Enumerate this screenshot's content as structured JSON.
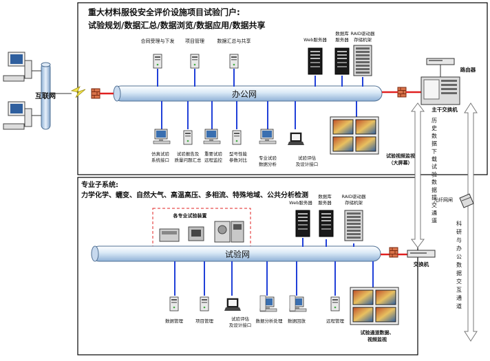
{
  "top_panel": {
    "title_line1": "重大材料服役安全评价设施项目试验门户:",
    "title_line2": "试验规划/数据汇总/数据浏览/数据应用/数据共享",
    "bus_label": "办公网",
    "top_nodes": [
      {
        "label": "合同受理与下发"
      },
      {
        "label": "项目管理"
      },
      {
        "label": "数据汇总与共享"
      }
    ],
    "servers": [
      {
        "label": "Web服务器"
      },
      {
        "label_line1": "数据库",
        "label_line2": "服务器"
      },
      {
        "label_line1": "RAID驱动器",
        "label_line2": "存储机架"
      }
    ],
    "bottom_nodes": [
      {
        "line1": "仿真试验",
        "line2": "系统接口"
      },
      {
        "line1": "试验报告及",
        "line2": "质量问题汇总"
      },
      {
        "line1": "重要试验",
        "line2": "远程监控"
      },
      {
        "line1": "型号性能",
        "line2": "参数对比"
      },
      {
        "line1": "专业试验",
        "line2": "数据分析"
      },
      {
        "line1": "试验评估",
        "line2": "及设计接口"
      }
    ],
    "video_wall": {
      "line1": "试验视频监视",
      "line2": "（大屏幕）"
    }
  },
  "internet": {
    "label": "互联网"
  },
  "right_side": {
    "router_label": "路由器",
    "core_switch_label": "主干交换机",
    "history_channel": "历史数据下载试验数据提交通道",
    "fiber_label": "光纤网闸",
    "research_channel": "科研与办公数据交互通道",
    "switch_label": "交换机"
  },
  "bottom_panel": {
    "title_line1": "专业子系统:",
    "title_line2": "力学化学、蠕变、自然大气、高温高压、多相流、特殊地域、公共分析检测",
    "equipment_label": "各专业试验装置",
    "bus_label": "试验网",
    "servers": [
      {
        "label": "Web服务器"
      },
      {
        "label_line1": "数据库",
        "label_line2": "服务器"
      },
      {
        "label_line1": "RAID驱动器",
        "label_line2": "存储机架"
      }
    ],
    "nodes": [
      {
        "line1": "数据管理",
        "line2": ""
      },
      {
        "line1": "项目管理",
        "line2": ""
      },
      {
        "line1": "试验评估",
        "line2": "及设计接口"
      },
      {
        "line1": "数据分析处理",
        "line2": ""
      },
      {
        "line1": "数据回放",
        "line2": ""
      },
      {
        "line1": "远程管理",
        "line2": ""
      }
    ],
    "video_wall": {
      "line1": "试验通道数据、",
      "line2": "视频监视"
    }
  }
}
